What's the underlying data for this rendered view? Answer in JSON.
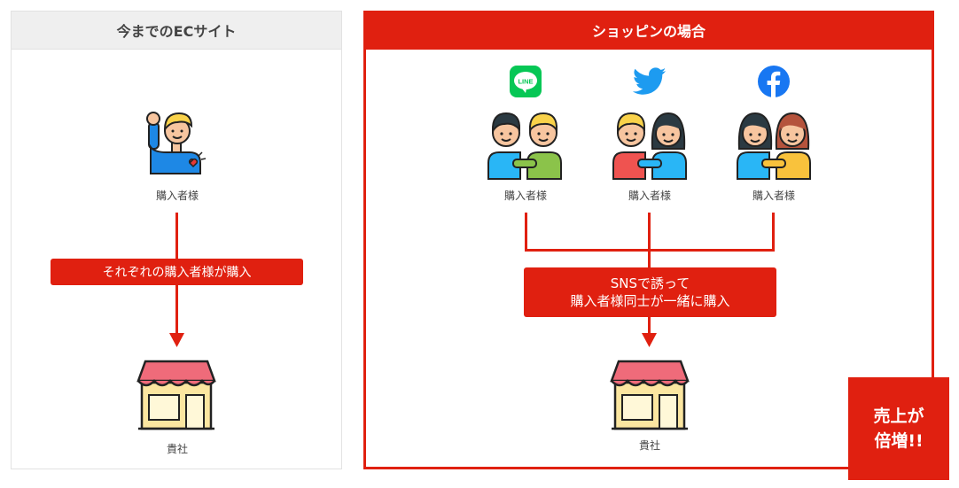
{
  "left": {
    "title": "今までのECサイト",
    "buyer_caption": "購入者様",
    "flow_label": "それぞれの購入者様が購入",
    "shop_caption": "貴社"
  },
  "right": {
    "title": "ショッピンの場合",
    "groups": [
      {
        "sns": "LINE",
        "icon": "line-icon",
        "caption": "購入者様"
      },
      {
        "sns": "Twitter",
        "icon": "twitter-icon",
        "caption": "購入者様"
      },
      {
        "sns": "Facebook",
        "icon": "facebook-icon",
        "caption": "購入者様"
      }
    ],
    "flow_label_line1": "SNSで誘って",
    "flow_label_line2": "購入者様同士が一緒に購入",
    "shop_caption": "貴社"
  },
  "badge": {
    "line1": "売上が",
    "line2": "倍増!!"
  },
  "colors": {
    "accent": "#e02010",
    "line_green": "#06c755",
    "twitter_blue": "#1d9bf0",
    "facebook_blue": "#1877f2"
  }
}
